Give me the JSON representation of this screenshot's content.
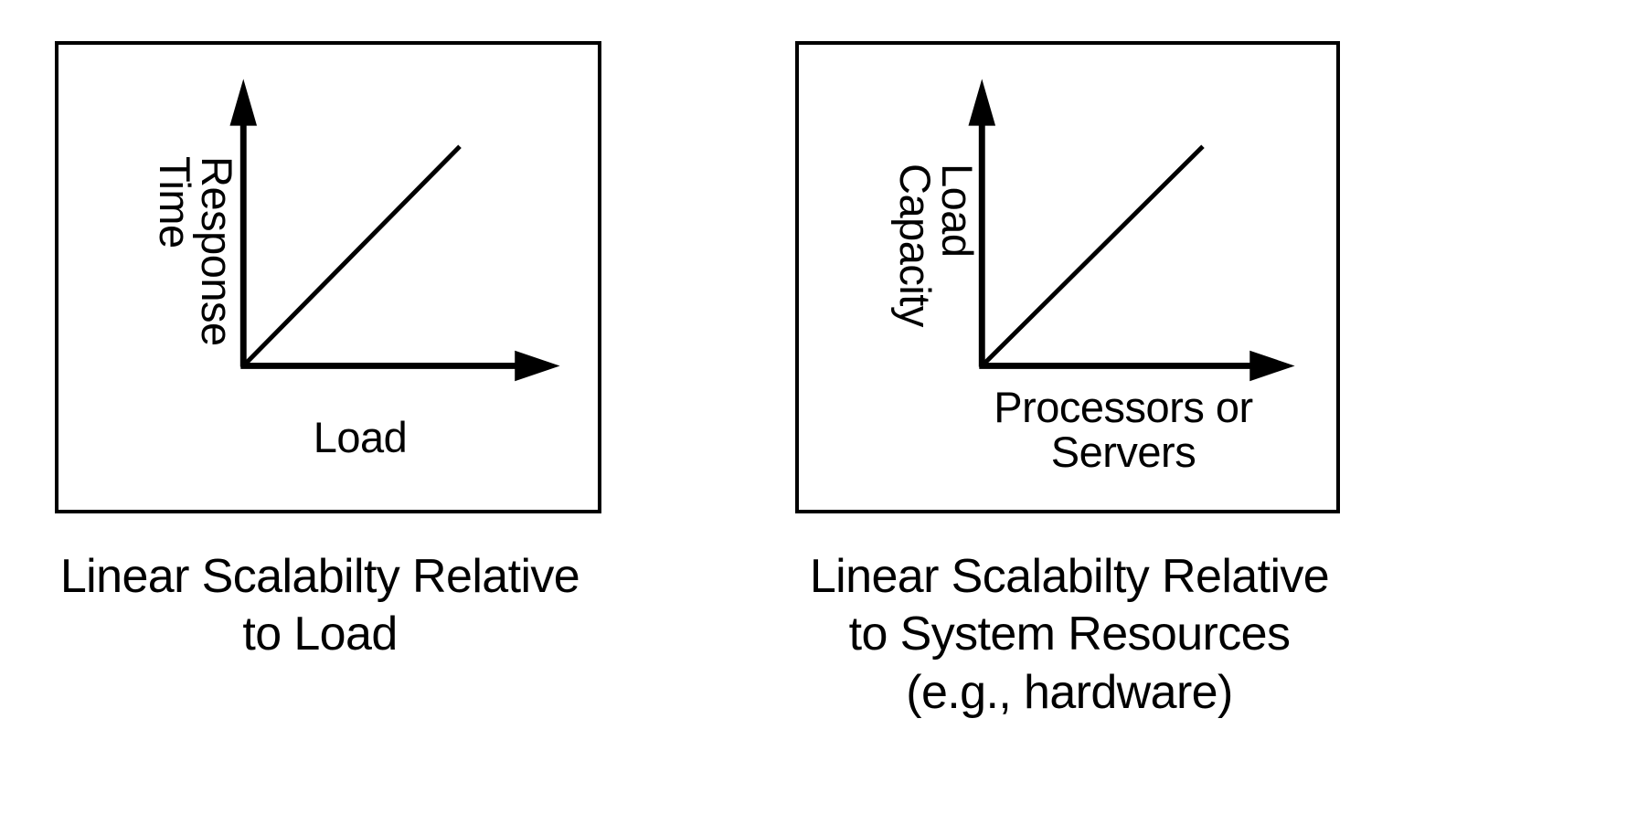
{
  "figure": {
    "type": "diagram",
    "background": "#ffffff",
    "stroke_color": "#000000",
    "panel_count": 2
  },
  "panels": [
    {
      "id": "linear-scalability-load",
      "y_axis": {
        "label_lines": [
          "Response",
          "Time"
        ],
        "orientation": "rotated-90-clockwise",
        "arrow": "up"
      },
      "x_axis": {
        "label_lines": [
          "Load"
        ],
        "arrow": "right"
      },
      "series": {
        "name": "linear-trend",
        "type": "line",
        "shape": "straight-diagonal",
        "direction": "increasing",
        "from": [
          0,
          0
        ],
        "to": [
          1,
          1
        ]
      },
      "caption_lines": [
        "Linear Scalabilty Relative",
        "to Load"
      ]
    },
    {
      "id": "linear-scalability-system-resources",
      "y_axis": {
        "label_lines": [
          "Load",
          "Capacity"
        ],
        "orientation": "rotated-90-clockwise",
        "arrow": "up"
      },
      "x_axis": {
        "label_lines": [
          "Processors or",
          "Servers"
        ],
        "arrow": "right"
      },
      "series": {
        "name": "linear-trend",
        "type": "line",
        "shape": "straight-diagonal",
        "direction": "increasing",
        "from": [
          0,
          0
        ],
        "to": [
          1,
          1
        ]
      },
      "caption_lines": [
        "Linear Scalabilty Relative",
        "to System Resources",
        "(e.g., hardware)"
      ]
    }
  ],
  "chart_data": [
    {
      "type": "line",
      "title": "Linear Scalabilty Relative to Load",
      "xlabel": "Load",
      "ylabel": "Response Time",
      "x": [
        0,
        1
      ],
      "values": [
        0,
        1
      ],
      "xlim": [
        0,
        1
      ],
      "ylim": [
        0,
        1
      ],
      "grid": false,
      "legend": "none",
      "ticks": {
        "x": [],
        "y": []
      },
      "annotations": []
    },
    {
      "type": "line",
      "title": "Linear Scalabilty Relative to System Resources (e.g., hardware)",
      "xlabel": "Processors or Servers",
      "ylabel": "Load Capacity",
      "x": [
        0,
        1
      ],
      "values": [
        0,
        1
      ],
      "xlim": [
        0,
        1
      ],
      "ylim": [
        0,
        1
      ],
      "grid": false,
      "legend": "none",
      "ticks": {
        "x": [],
        "y": []
      },
      "annotations": []
    }
  ]
}
